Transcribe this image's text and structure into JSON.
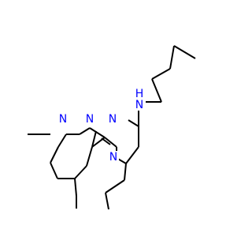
{
  "molecule": {
    "atom_symbols": {
      "n_pyridine": "N",
      "n_pyrazole": "N",
      "n_bridge": "N",
      "n_pyrimidine": "N",
      "n_amine": "N",
      "h_amine": "H"
    },
    "colors": {
      "bond": "#000000",
      "nitrogen": "#0000ff",
      "background": "#ffffff"
    }
  }
}
